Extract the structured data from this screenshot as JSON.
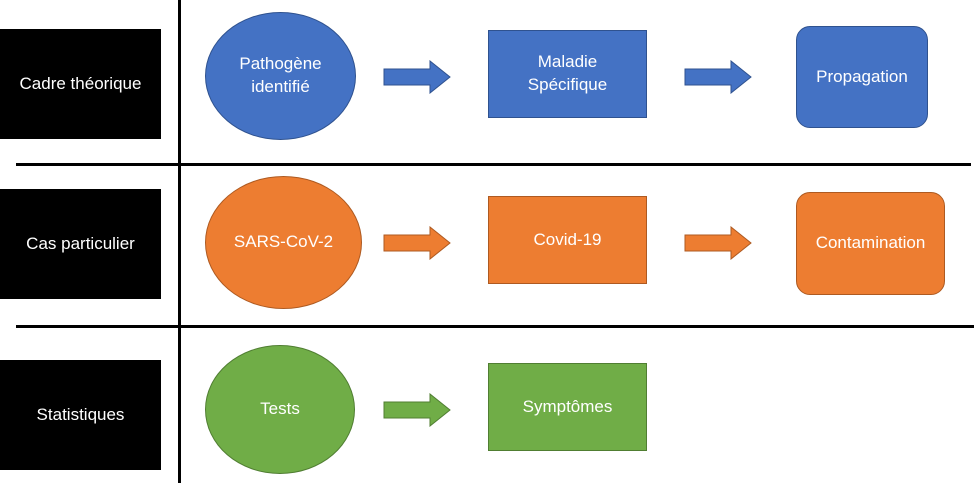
{
  "rows": [
    {
      "label": "Cadre théorique",
      "color": "#4472c4",
      "nodes": [
        {
          "shape": "ellipse",
          "text": "Pathogène\nidentifié"
        },
        {
          "shape": "rectangle",
          "text": "Maladie\nSpécifique"
        },
        {
          "shape": "rounded-rectangle",
          "text": "Propagation"
        }
      ]
    },
    {
      "label": "Cas particulier",
      "color": "#ed7d31",
      "nodes": [
        {
          "shape": "ellipse",
          "text": "SARS-CoV-2"
        },
        {
          "shape": "rectangle",
          "text": "Covid-19"
        },
        {
          "shape": "rounded-rectangle",
          "text": "Contamination"
        }
      ]
    },
    {
      "label": "Statistiques",
      "color": "#70ad47",
      "nodes": [
        {
          "shape": "ellipse",
          "text": "Tests"
        },
        {
          "shape": "rectangle",
          "text": "Symptômes"
        }
      ]
    }
  ],
  "arrows": [
    {
      "from": "Pathogène identifié",
      "to": "Maladie Spécifique"
    },
    {
      "from": "Maladie Spécifique",
      "to": "Propagation"
    },
    {
      "from": "SARS-CoV-2",
      "to": "Covid-19"
    },
    {
      "from": "Covid-19",
      "to": "Contamination"
    },
    {
      "from": "Tests",
      "to": "Symptômes"
    }
  ]
}
